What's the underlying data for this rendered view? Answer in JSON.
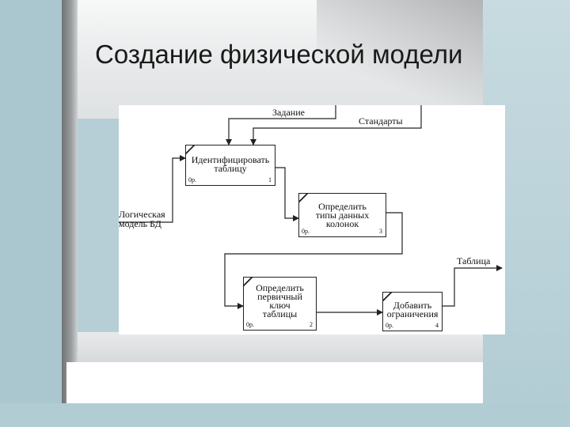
{
  "slide": {
    "title": "Создание физической модели"
  },
  "diagram": {
    "inputs": {
      "control_task": "Задание",
      "control_standards": "Стандарты",
      "input_logical_model": "Логическая модель БД",
      "output_table": "Таблица"
    },
    "input_logical_model_lines": [
      "Логическая",
      "модель БД"
    ],
    "boxes": [
      {
        "lines": [
          "Идентифицировать",
          "таблицу"
        ],
        "ref": "0р.",
        "num": "1"
      },
      {
        "lines": [
          "Определить",
          "типы данных",
          "колонок"
        ],
        "ref": "0р.",
        "num": "3"
      },
      {
        "lines": [
          "Определить",
          "первичный",
          "ключ",
          "таблицы"
        ],
        "ref": "0р.",
        "num": "2"
      },
      {
        "lines": [
          "Добавить",
          "ограничения"
        ],
        "ref": "0р.",
        "num": "4"
      }
    ]
  }
}
